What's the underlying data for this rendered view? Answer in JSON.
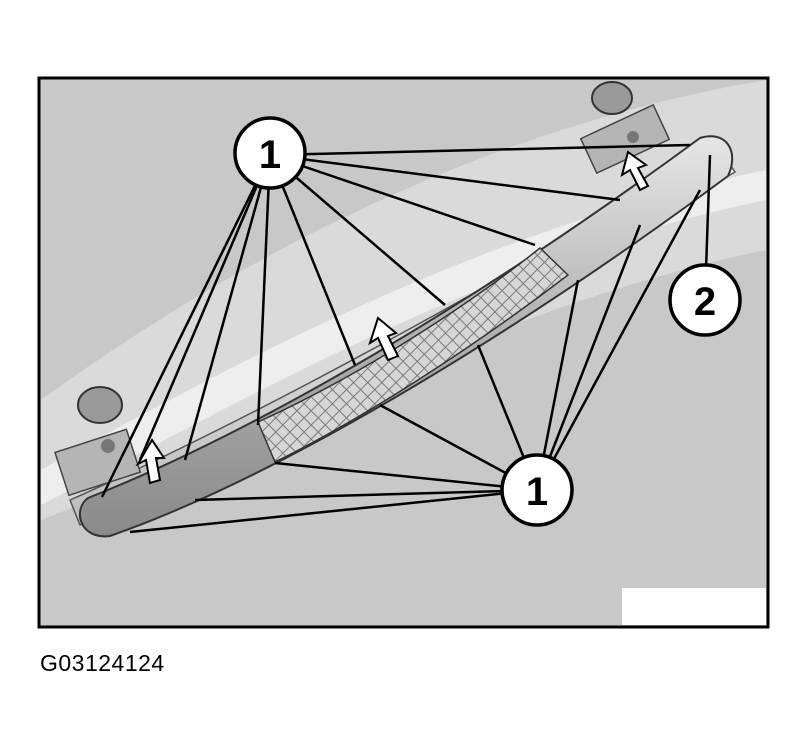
{
  "callouts": [
    {
      "id": "c1-top",
      "label": "1"
    },
    {
      "id": "c2",
      "label": "2"
    },
    {
      "id": "c1-bottom",
      "label": "1"
    }
  ],
  "figure_code": "G03124124",
  "colors": {
    "frame": "#000000",
    "background": "#c8c8c8",
    "trim": "#b4b4b4",
    "white": "#ffffff"
  },
  "icons": [
    "arrow-icon"
  ]
}
